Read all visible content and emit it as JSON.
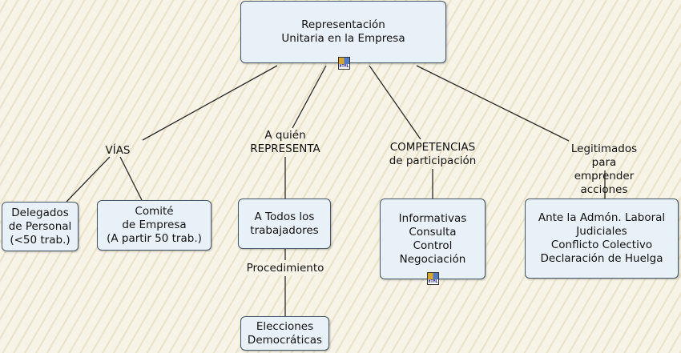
{
  "root": {
    "text": "Representación\nUnitaria en la Empresa",
    "icon": "html-attachment-icon"
  },
  "branches": {
    "vias": {
      "label": "VÍAS",
      "nodes": [
        "Delegados\nde Personal\n(<50 trab.)",
        "Comité\nde Empresa\n(A partir 50 trab.)"
      ]
    },
    "a_quien": {
      "label": "A quién\nREPRESENTA",
      "node": "A Todos los\ntrabajadores",
      "sub_label": "Procedimiento",
      "sub_node": "Elecciones\nDemocráticas"
    },
    "competencias": {
      "label": "COMPETENCIAS\nde participación",
      "node": "Informativas\nConsulta\nControl\nNegociación",
      "icon": "html-attachment-icon"
    },
    "legitimados": {
      "label": "Legitimados para\nemprender acciones",
      "node": "Ante la Admón. Laboral\nJudiciales\nConflicto Colectivo\nDeclaración de Huelga"
    }
  },
  "icon_text": "HTML",
  "colors": {
    "node_fill": "#e9f1f8",
    "node_border": "#45586a",
    "background": "#f7f3e6"
  }
}
